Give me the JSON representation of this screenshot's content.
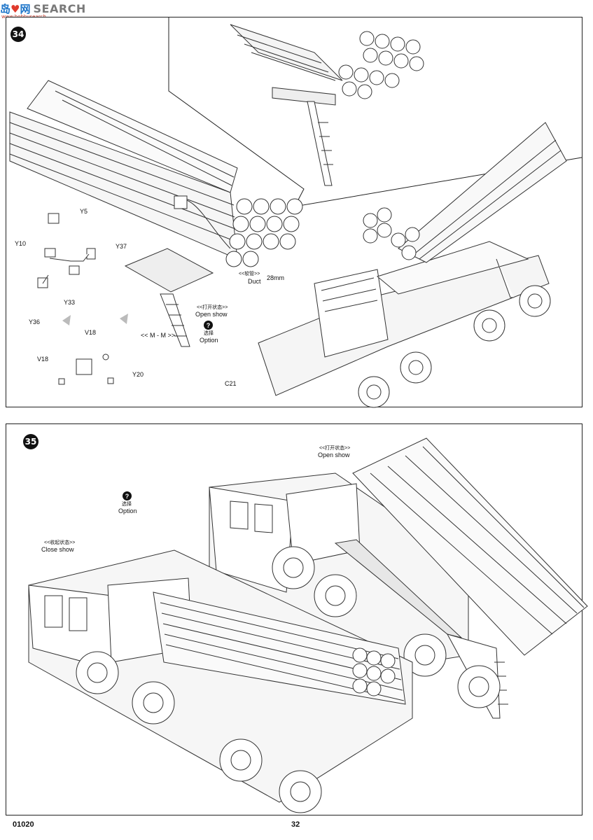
{
  "watermark": {
    "logo_a": "岛",
    "logo_b": "网",
    "search": "SEARCH",
    "url": "www.hobbysearch"
  },
  "step34": {
    "number": "34",
    "parts": [
      "Y5",
      "Y10",
      "Y37",
      "Y33",
      "Y36",
      "V18",
      "V18",
      "Y20",
      "C21"
    ],
    "mm_label": "<< M - M >>",
    "duct": {
      "cn": "<<软管>>",
      "en": "Duct",
      "size": "28mm"
    },
    "open_state": {
      "cn": "<<打开状态>>",
      "en": "Open show"
    },
    "option": {
      "cn": "选择",
      "en": "Option",
      "icon": "?"
    }
  },
  "step35": {
    "number": "35",
    "open_state": {
      "cn": "<<打开状态>>",
      "en": "Open show"
    },
    "close_state": {
      "cn": "<<收起状态>>",
      "en": "Close show"
    },
    "option": {
      "cn": "选择",
      "en": "Option",
      "icon": "?"
    }
  },
  "footer": {
    "code": "01020",
    "page": "32"
  }
}
